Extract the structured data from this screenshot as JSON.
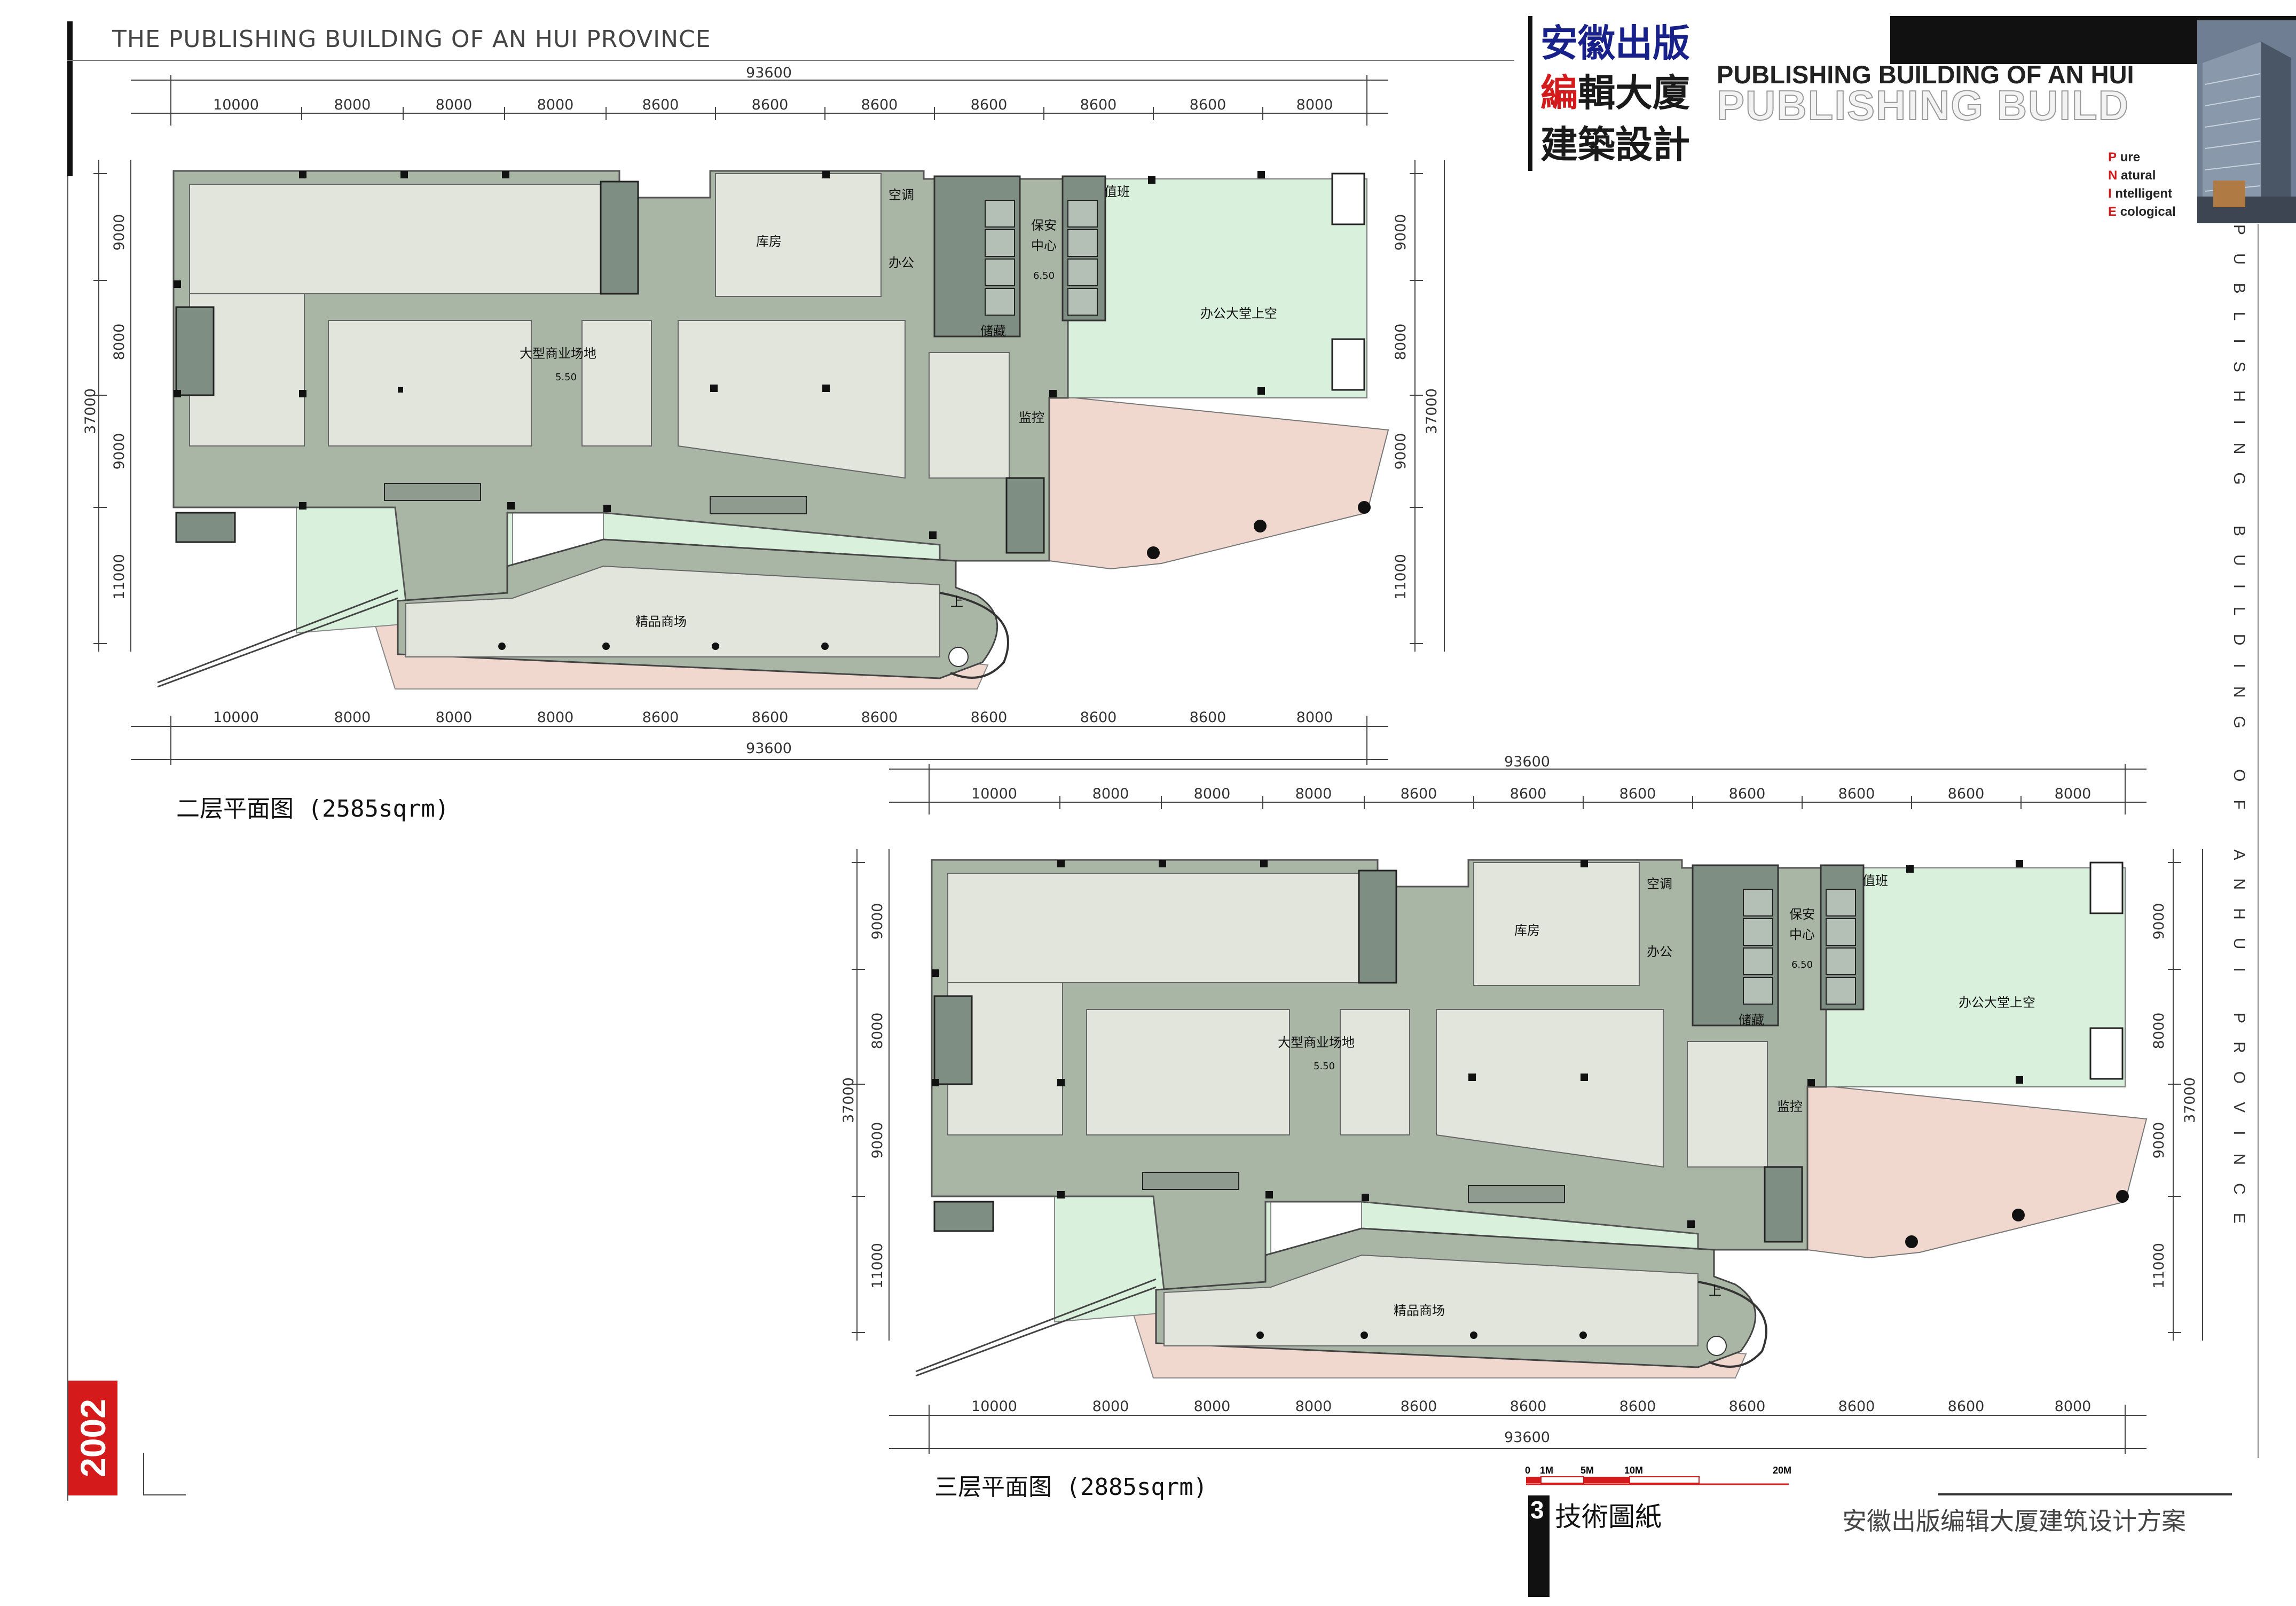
{
  "header": {
    "title": "THE PUBLISHING BUILDING OF AN HUI PROVINCE",
    "brand_cn_1": "安徽出版",
    "brand_cn_2a": "編",
    "brand_cn_2b": "輯大廈",
    "brand_cn_3": "建築設計",
    "brand_en": "PUBLISHING BUILDING OF AN HUI",
    "brand_en_outline": "PUBLISHING BUILD",
    "pnie": [
      {
        "initial": "P",
        "rest": "ure"
      },
      {
        "initial": "N",
        "rest": "atural"
      },
      {
        "initial": "I",
        "rest": "ntelligent"
      },
      {
        "initial": "E",
        "rest": "cological"
      }
    ]
  },
  "side_text": "PUBLISHING BUILDING OF ANHUI PROVINCE",
  "year": "2002",
  "plans": [
    {
      "caption": "二层平面图 (2585sqrm)",
      "total_width": "93600",
      "bays": [
        "10000",
        "8000",
        "8000",
        "8000",
        "8600",
        "8600",
        "8600",
        "8600",
        "8600",
        "8600",
        "8000"
      ],
      "total_depth": "37000",
      "rows": [
        "9000",
        "8000",
        "9000",
        "11000"
      ],
      "rooms": {
        "store": "库房",
        "ac": "空调",
        "office": "办公",
        "security": "保安",
        "security2": "中心",
        "duty": "值班",
        "storage": "储藏",
        "hall": "办公大堂上空",
        "monitor": "监控",
        "commercial": "大型商业场地",
        "boutique": "精品商场",
        "up": "上",
        "level_a": "6.50",
        "level_b": "5.50"
      }
    },
    {
      "caption": "三层平面图 (2885sqrm)",
      "total_width": "93600",
      "bays": [
        "10000",
        "8000",
        "8000",
        "8000",
        "8600",
        "8600",
        "8600",
        "8600",
        "8600",
        "8600",
        "8000"
      ],
      "total_depth": "37000",
      "rows": [
        "9000",
        "8000",
        "9000",
        "11000"
      ],
      "rooms": {
        "store": "库房",
        "ac": "空调",
        "office": "办公",
        "security": "保安",
        "security2": "中心",
        "duty": "值班",
        "storage": "储藏",
        "hall": "办公大堂上空",
        "monitor": "监控",
        "commercial": "大型商业场地",
        "boutique": "精品商场",
        "up": "上",
        "level_a": "6.50",
        "level_b": "5.50"
      }
    }
  ],
  "scale_bar": [
    "0",
    "1M",
    "5M",
    "10M",
    "20M"
  ],
  "footer": {
    "sheet_no": "3",
    "sheet_title": "技術圖紙",
    "project": "安徽出版编辑大厦建筑设计方案"
  },
  "colors": {
    "corridor": "#a9b5a5",
    "floor_light": "#e1e5dc",
    "lobby_green": "#d8f0dc",
    "plaza_pink": "#f1d8ce",
    "core_dark": "#7e8e83",
    "accent_red": "#d41a1a",
    "brand_blue": "#18208a"
  }
}
